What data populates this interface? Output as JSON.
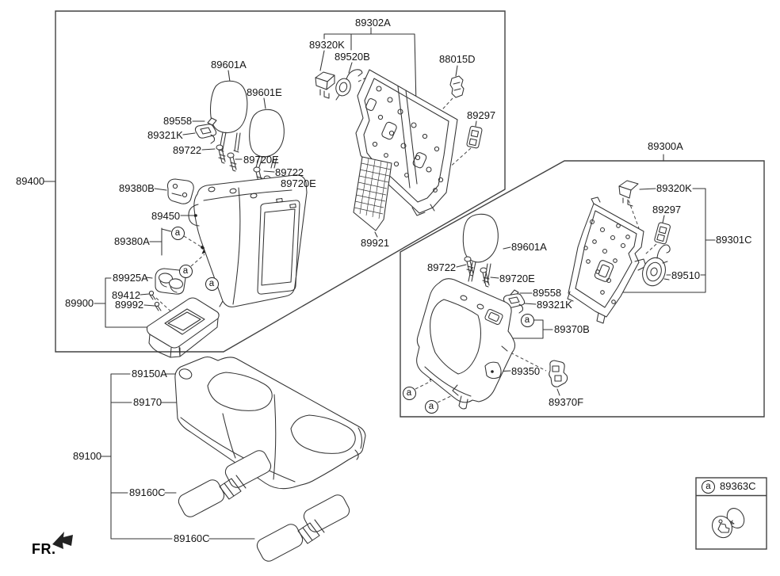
{
  "diagram": {
    "kind": "exploded-parts-diagram",
    "subject": "rear seat",
    "direction_label": "FR."
  },
  "legend": {
    "marker": "a",
    "part_number": "89363C"
  },
  "parts": {
    "89100": "89100",
    "89150A": "89150A",
    "89160C": "89160C",
    "89170": "89170",
    "88015D": "88015D",
    "89297": "89297",
    "89300A": "89300A",
    "89301C": "89301C",
    "89302A": "89302A",
    "89320K": "89320K",
    "89321K": "89321K",
    "89350": "89350",
    "89363C": "89363C",
    "89370B": "89370B",
    "89370F": "89370F",
    "89380A": "89380A",
    "89380B": "89380B",
    "89400": "89400",
    "89412": "89412",
    "89450": "89450",
    "89510": "89510",
    "89520B": "89520B",
    "89558": "89558",
    "89601A": "89601A",
    "89601E": "89601E",
    "89720E": "89720E",
    "89722": "89722",
    "89900": "89900",
    "89921": "89921",
    "89925A": "89925A",
    "89992": "89992"
  }
}
